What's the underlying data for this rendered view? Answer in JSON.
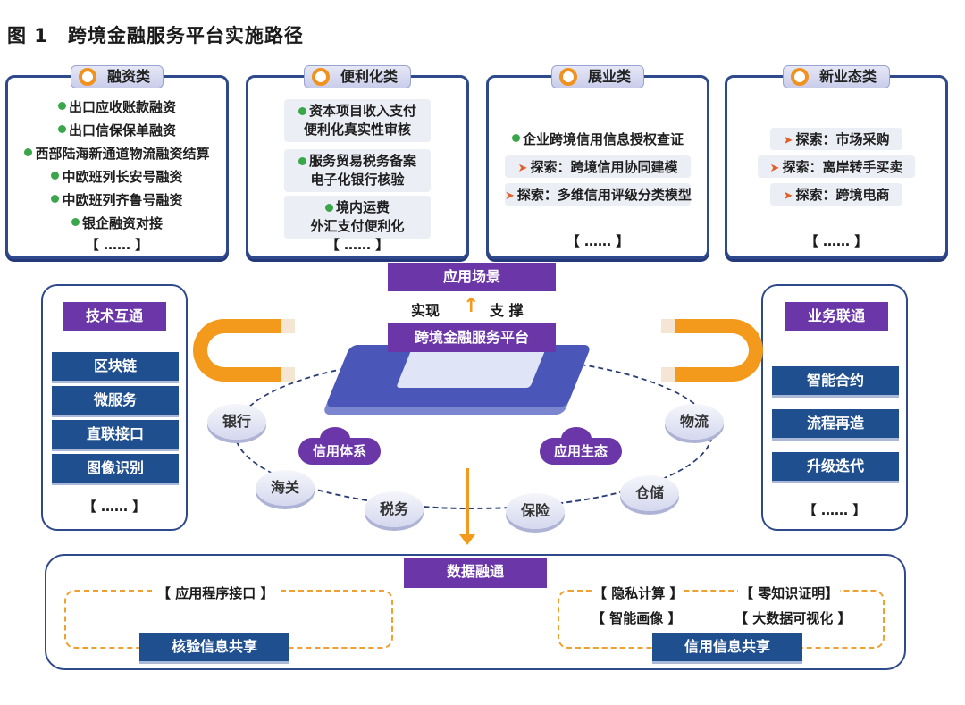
{
  "figure_title": "图 1　跨境金融服务平台实施路径",
  "panels": [
    {
      "title": "融资类",
      "items": [
        "出口应收账款融资",
        "出口信保保单融资",
        "西部陆海新通道物流融资结算",
        "中欧班列长安号融资",
        "中欧班列齐鲁号融资",
        "银企融资对接"
      ],
      "etc": "【 …… 】"
    },
    {
      "title": "便利化类",
      "items": [
        [
          "资本项目收入支付",
          "便利化真实性审核"
        ],
        [
          "服务贸易税务备案",
          "电子化银行核验"
        ],
        [
          "境内运费",
          "外汇支付便利化"
        ]
      ],
      "etc": "【 …… 】"
    },
    {
      "title": "展业类",
      "items": [
        "企业跨境信用信息授权查证",
        "探索：跨境信用协同建模",
        "探索：多维信用评级分类模型"
      ],
      "etc": "【 …… 】"
    },
    {
      "title": "新业态类",
      "items": [
        "探索：市场采购",
        "探索：离岸转手买卖",
        "探索：跨境电商"
      ],
      "etc": "【 …… 】"
    }
  ],
  "left_panel": {
    "title": "技术互通",
    "items": [
      "区块链",
      "微服务",
      "直联接口",
      "图像识别"
    ],
    "etc": "【 …… 】"
  },
  "right_panel": {
    "title": "业务联通",
    "items": [
      "智能合约",
      "流程再造",
      "升级迭代"
    ],
    "etc": "【 …… 】"
  },
  "center": {
    "scene": "应用场景",
    "realize": "实现",
    "support": "支 撑",
    "platform": "跨境金融服务平台",
    "clouds": [
      "信用体系",
      "应用生态"
    ],
    "nodes": [
      "银行",
      "海关",
      "税务",
      "保险",
      "仓储",
      "物流"
    ]
  },
  "bottom": {
    "title": "数据融通",
    "left_tag": "【 应用程序接口 】",
    "left_label": "核验信息共享",
    "right_tags": [
      "【 隐私计算 】",
      "【 零知识证明】",
      "【 智能画像 】",
      "【 大数据可视化 】"
    ],
    "right_label": "信用信息共享"
  },
  "colors": {
    "purple": "#6a36a8",
    "navy": "#1f4f8f",
    "orange": "#f39a1c",
    "border": "#2f4a8c"
  }
}
